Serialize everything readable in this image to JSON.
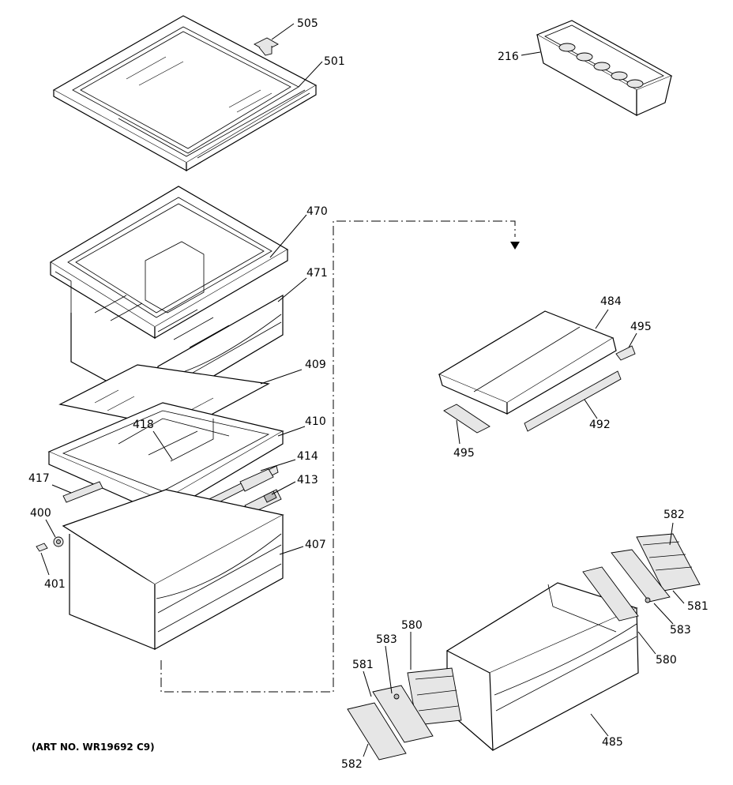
{
  "diagram": {
    "art_number": "(ART NO. WR19692 C9)",
    "labels": {
      "p505": "505",
      "p501": "501",
      "p216": "216",
      "p470": "470",
      "p471": "471",
      "p409": "409",
      "p410": "410",
      "p418": "418",
      "p414": "414",
      "p417": "417",
      "p413": "413",
      "p400": "400",
      "p407": "407",
      "p401": "401",
      "p484": "484",
      "p495a": "495",
      "p495b": "495",
      "p492": "492",
      "p582a": "582",
      "p581a": "581",
      "p583a": "583",
      "p580a": "580",
      "p580b": "580",
      "p583b": "583",
      "p581b": "581",
      "p485": "485",
      "p582b": "582"
    }
  }
}
